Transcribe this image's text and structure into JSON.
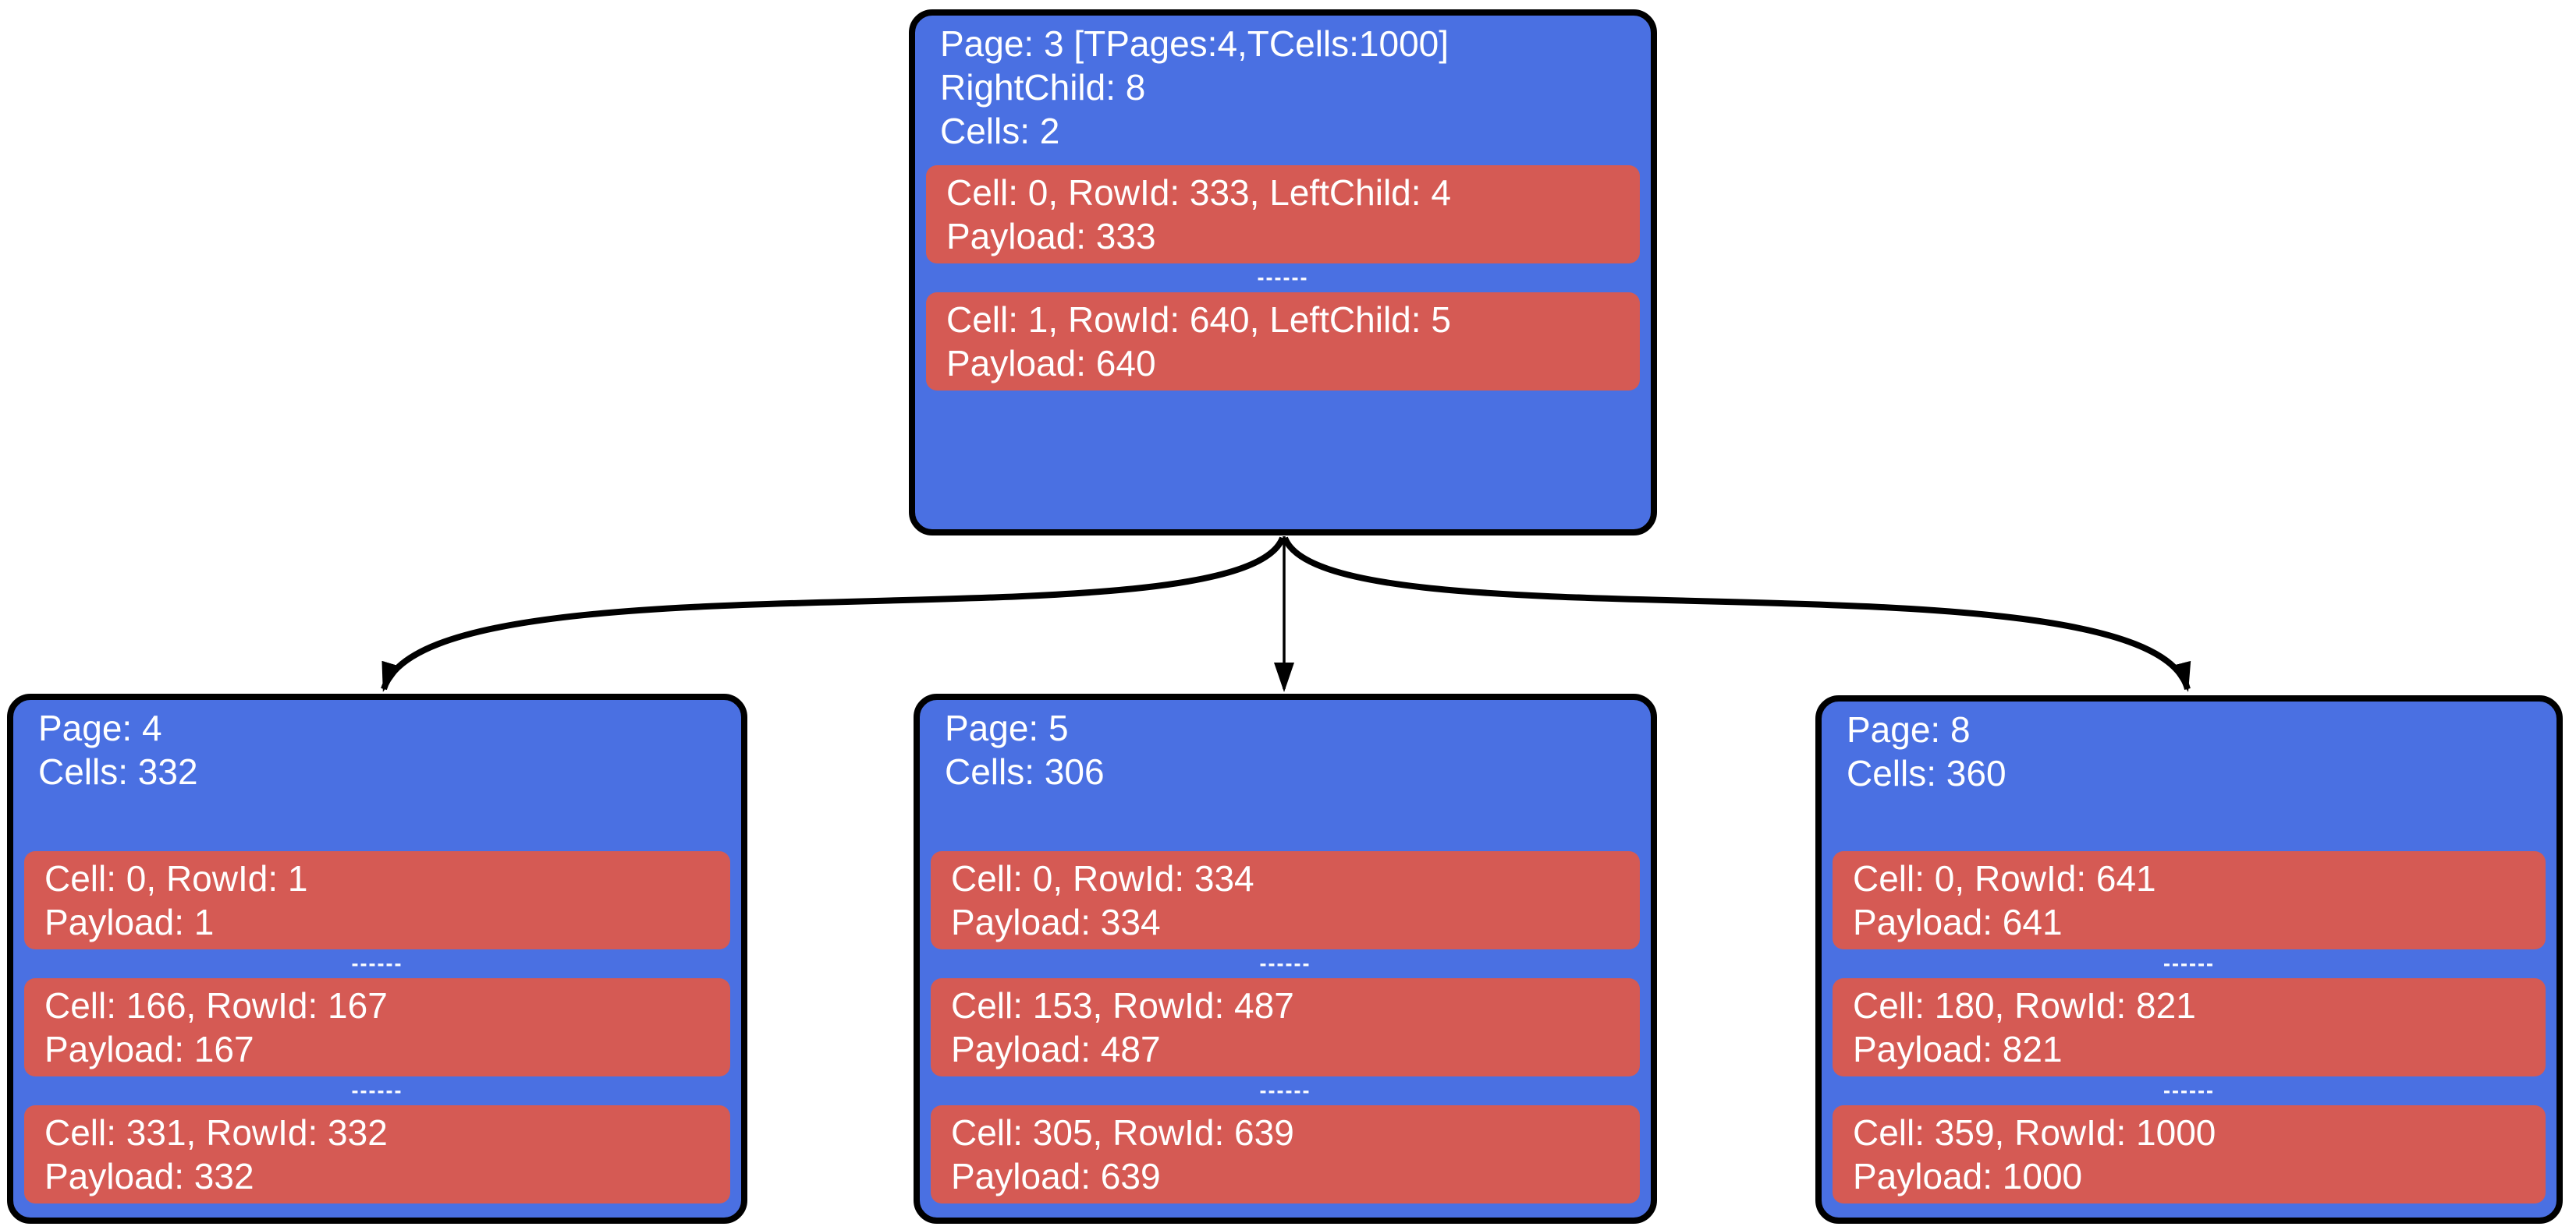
{
  "colors": {
    "node_fill": "#4a70e2",
    "cell_fill": "#d55a54",
    "edge": "#000000",
    "text": "#ffffff",
    "canvas_bg": "#ffffff"
  },
  "separator": "------",
  "root": {
    "title": "Page: 3 [TPages:4,TCells:1000]",
    "right_child": "RightChild: 8",
    "cell_count": "Cells: 2",
    "cells": [
      {
        "info": "Cell: 0, RowId: 333, LeftChild: 4",
        "payload": "Payload: 333"
      },
      {
        "info": "Cell: 1, RowId: 640, LeftChild: 5",
        "payload": "Payload: 640"
      }
    ]
  },
  "children": [
    {
      "title": "Page: 4",
      "cell_count": "Cells: 332",
      "cells": [
        {
          "info": "Cell: 0, RowId: 1",
          "payload": "Payload: 1"
        },
        {
          "info": "Cell: 166, RowId: 167",
          "payload": "Payload: 167"
        },
        {
          "info": "Cell: 331, RowId: 332",
          "payload": "Payload: 332"
        }
      ]
    },
    {
      "title": "Page: 5",
      "cell_count": "Cells: 306",
      "cells": [
        {
          "info": "Cell: 0, RowId: 334",
          "payload": "Payload: 334"
        },
        {
          "info": "Cell: 153, RowId: 487",
          "payload": "Payload: 487"
        },
        {
          "info": "Cell: 305, RowId: 639",
          "payload": "Payload: 639"
        }
      ]
    },
    {
      "title": "Page: 8",
      "cell_count": "Cells: 360",
      "cells": [
        {
          "info": "Cell: 0, RowId: 641",
          "payload": "Payload: 641"
        },
        {
          "info": "Cell: 180, RowId: 821",
          "payload": "Payload: 821"
        },
        {
          "info": "Cell: 359, RowId: 1000",
          "payload": "Payload: 1000"
        }
      ]
    }
  ]
}
